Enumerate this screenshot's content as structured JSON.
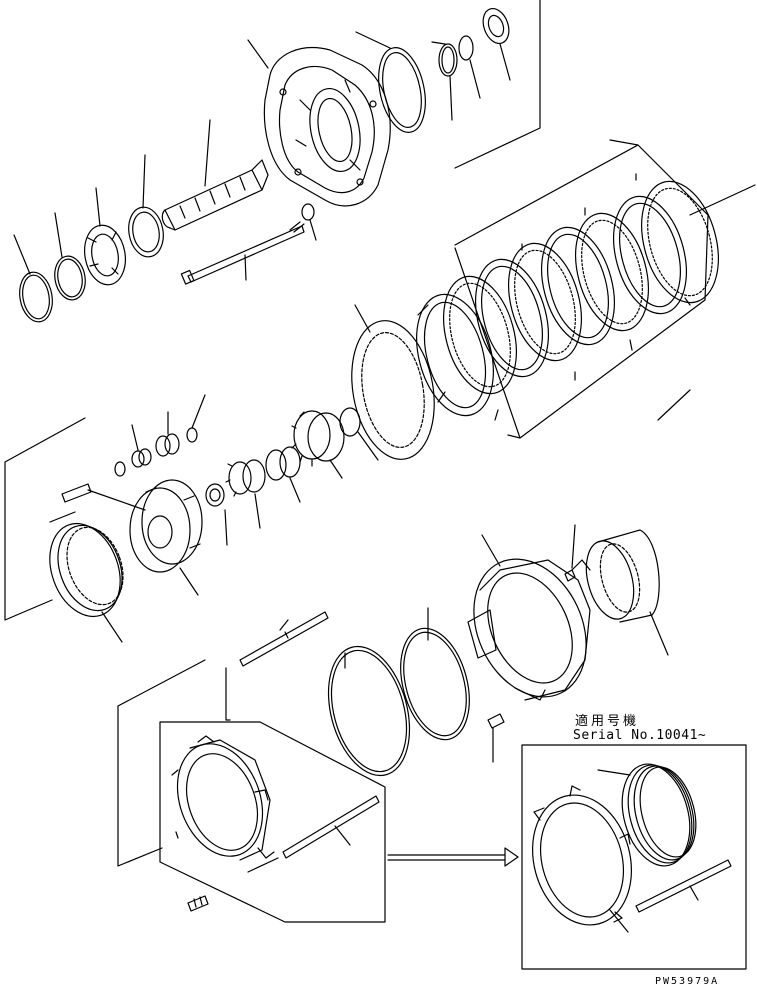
{
  "drawing": {
    "serial_label_jp": "適用号機",
    "serial_label_en": "Serial No.10041~",
    "figure_code": "PW53979A"
  },
  "colors": {
    "line": "#000000",
    "background": "#ffffff"
  }
}
